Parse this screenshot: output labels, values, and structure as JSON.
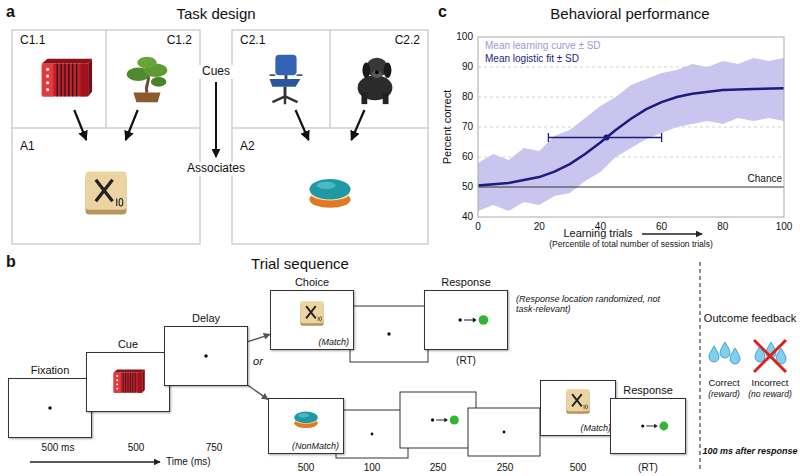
{
  "diagram": {
    "nodes": [
      {
        "text": [
          "C1.1"
        ]
      },
      {
        "text": [
          "C1.2"
        ]
      },
      {
        "text": [
          "A1"
        ]
      },
      {
        "text": [
          "C2.1"
        ]
      },
      {
        "text": [
          "C2.2"
        ]
      },
      {
        "text": [
          "A2"
        ]
      },
      {
        "text": [
          "Fixation"
        ]
      },
      {
        "text": [
          "Cue"
        ]
      },
      {
        "text": [
          "Delay"
        ]
      },
      {
        "text": [
          "Choice",
          "(Match)"
        ]
      },
      {
        "text": [
          "Response"
        ]
      },
      {
        "text": [
          "(NonMatch)"
        ]
      },
      {
        "text": [
          "(Match)"
        ]
      },
      {
        "text": [
          "Response"
        ]
      }
    ],
    "edges": [
      {
        "from": 0,
        "to": 2,
        "arrow": "to"
      },
      {
        "from": 1,
        "to": 2,
        "arrow": "to"
      },
      {
        "from": 3,
        "to": 5,
        "arrow": "to"
      },
      {
        "from": 4,
        "to": 5,
        "arrow": "to"
      },
      {
        "from": 8,
        "to": 9,
        "arrow": "to"
      },
      {
        "from": 8,
        "to": 11,
        "arrow": "to"
      }
    ],
    "labels": [
      "a",
      "Task design",
      "Cues",
      "Associates",
      "b",
      "Trial sequence",
      "500 ms",
      "500",
      "750",
      "or",
      "(RT)",
      "(Response location randomized, not task-relevant)",
      "500",
      "100",
      "250",
      "250",
      "500",
      "(RT)",
      "Time (ms)",
      "Outcome feedback",
      "Correct",
      "(reward)",
      "Incorrect",
      "(no reward)",
      "100 ms after response",
      "c",
      "Behavioral performance",
      "100",
      "90",
      "80",
      "70",
      "60",
      "50",
      "40",
      "0",
      "20",
      "40",
      "60",
      "80",
      "100",
      "Percent correct",
      "Learning trials",
      "(Percentile of total number of session trials)",
      "Chance"
    ],
    "legend": [
      {
        "text": "Mean learning curve ± SD",
        "color": "#9e98d8"
      },
      {
        "text": "Mean logistic fit ± SD",
        "color": "#1c1c80"
      }
    ]
  }
}
